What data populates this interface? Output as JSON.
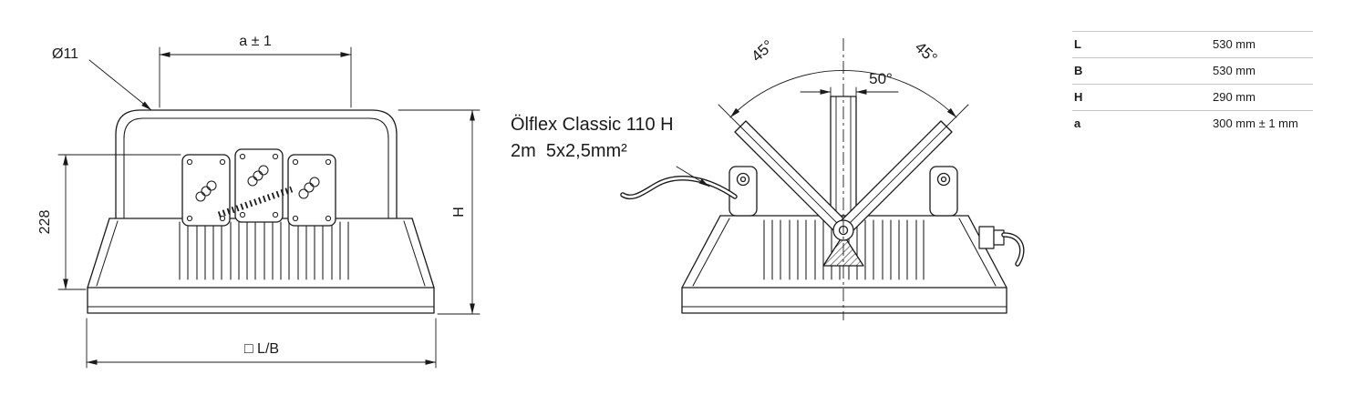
{
  "page": {
    "background": "#ffffff",
    "line_color": "#1a1a1a"
  },
  "front_view": {
    "diameter_label": "Ø11",
    "spacing_label": "a ± 1",
    "partial_height_label": "228",
    "height_label": "H",
    "width_label": "□ L/B"
  },
  "side_view": {
    "tilt_left_label": "45°",
    "tilt_right_label": "45°",
    "beam_angle_label": "50°",
    "cable_label_line1": "Ölflex Classic 110 H",
    "cable_label_line2": "2m  5x2,5mm²"
  },
  "spec_table": {
    "rows": [
      {
        "key": "L",
        "value": "530 mm"
      },
      {
        "key": "B",
        "value": "530 mm"
      },
      {
        "key": "H",
        "value": "290 mm"
      },
      {
        "key": "a",
        "value": "300 mm ± 1 mm"
      }
    ]
  }
}
